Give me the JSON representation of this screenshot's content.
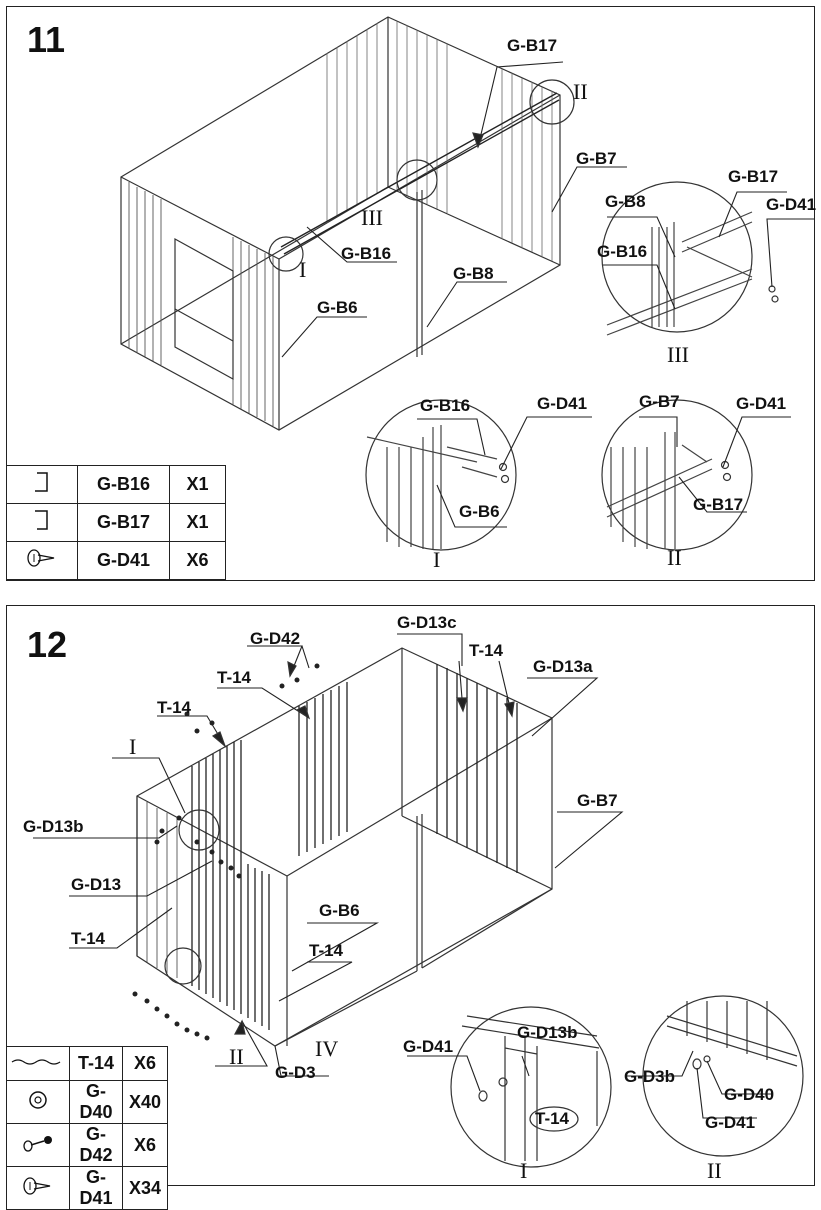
{
  "step11": {
    "number": "11",
    "labels": {
      "b17": "G-B17",
      "b7": "G-B7",
      "b16": "G-B16",
      "b8": "G-B8",
      "b6": "G-B6",
      "d41": "G-D41",
      "roman1": "I",
      "roman2": "II",
      "roman3": "III"
    },
    "parts": [
      {
        "icon": "channel-icon",
        "code": "G-B16",
        "qty": "X1"
      },
      {
        "icon": "channel-icon",
        "code": "G-B17",
        "qty": "X1"
      },
      {
        "icon": "screw-icon",
        "code": "G-D41",
        "qty": "X6"
      }
    ]
  },
  "step12": {
    "number": "12",
    "labels": {
      "d42": "G-D42",
      "t14": "T-14",
      "d13c": "G-D13c",
      "d13a": "G-D13a",
      "d13b": "G-D13b",
      "d13": "G-D13",
      "b7": "G-B7",
      "b6": "G-B6",
      "d3": "G-D3",
      "d41": "G-D41",
      "d40": "G-D40",
      "d3b": "G-D3b",
      "roman1": "I",
      "roman2": "II",
      "roman4": "IV"
    },
    "parts": [
      {
        "icon": "tape-icon",
        "code": "T-14",
        "qty": "X6"
      },
      {
        "icon": "washer-icon",
        "code": "G-D40",
        "qty": "X40"
      },
      {
        "icon": "bolt-nut-icon",
        "code": "G-D42",
        "qty": "X6"
      },
      {
        "icon": "screw-icon",
        "code": "G-D41",
        "qty": "X34"
      }
    ]
  }
}
